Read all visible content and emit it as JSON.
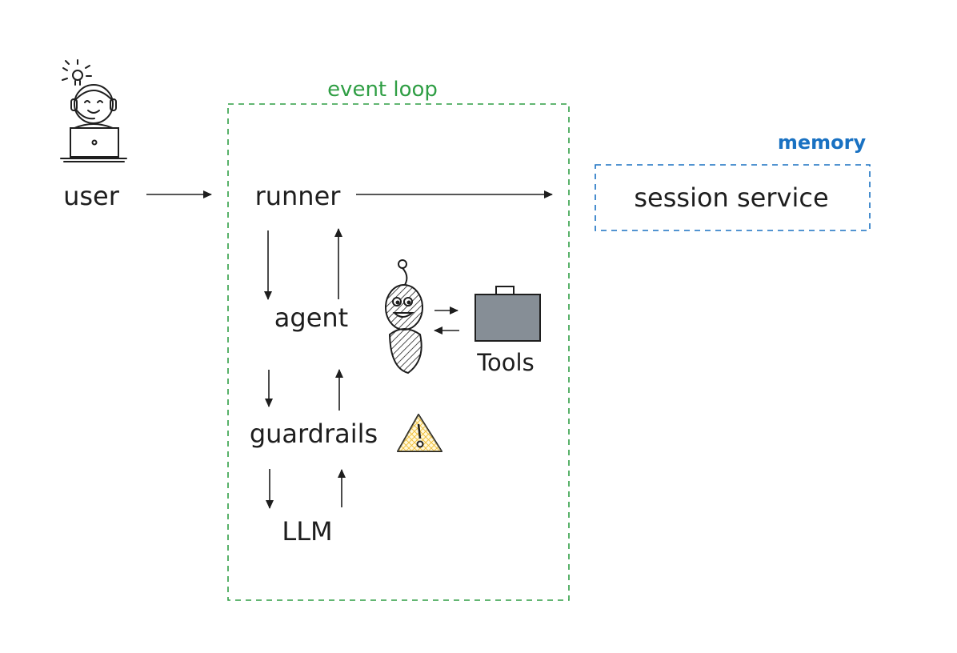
{
  "colors": {
    "ink": "#1e1e1e",
    "event_loop": "#2f9e44",
    "memory": "#1971c2",
    "tools_case": "#868e96",
    "warning_fill": "#ffec99",
    "warning_stroke": "#e8a500"
  },
  "icons": [
    "user-at-laptop-icon",
    "robot-agent-icon",
    "toolbox-icon",
    "warning-icon"
  ],
  "groups": {
    "event_loop": "event loop",
    "memory": "memory"
  },
  "nodes": {
    "user": "user",
    "runner": "runner",
    "agent": "agent",
    "guardrails": "guardrails",
    "llm": "LLM",
    "tools": "Tools",
    "session_service": "session service"
  }
}
